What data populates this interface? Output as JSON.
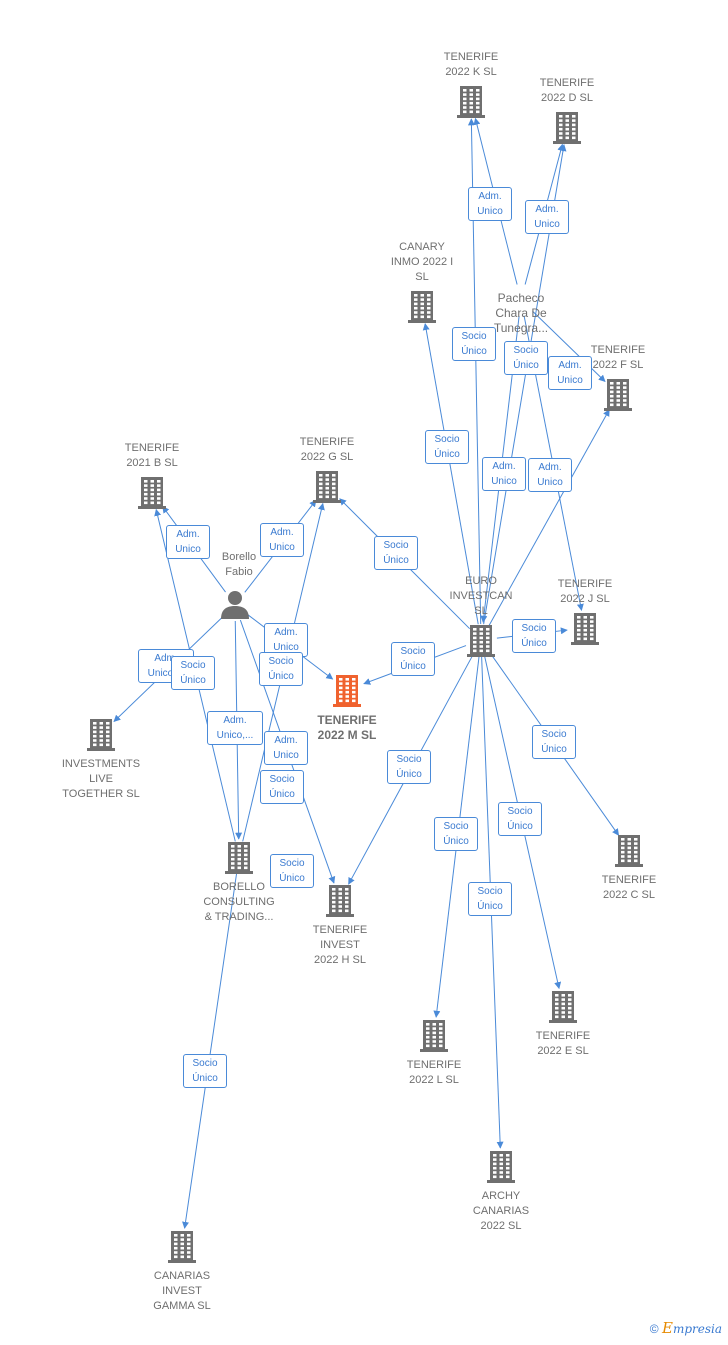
{
  "footer": {
    "copyright": "©",
    "brand_initial": "E",
    "brand_rest": "mpresia"
  },
  "colors": {
    "edge": "#4a8ad8",
    "node": "#6f6f6f",
    "focus": "#f0622e",
    "badge_text": "#3a7ad0"
  },
  "nodes": [
    {
      "id": "k",
      "type": "company",
      "name": "TENERIFE\n2022 K  SL"
    },
    {
      "id": "d",
      "type": "company",
      "name": "TENERIFE\n2022 D  SL"
    },
    {
      "id": "canary",
      "type": "company",
      "name": "CANARY\nINMO 2022 I\nSL"
    },
    {
      "id": "pacheco",
      "type": "person",
      "name": "Pacheco\nChara De\nTunegra..."
    },
    {
      "id": "f",
      "type": "company",
      "name": "TENERIFE\n2022 F  SL"
    },
    {
      "id": "b",
      "type": "company",
      "name": "TENERIFE\n2021 B  SL"
    },
    {
      "id": "g",
      "type": "company",
      "name": "TENERIFE\n2022 G  SL"
    },
    {
      "id": "borello",
      "type": "person",
      "name": "Borello\nFabio"
    },
    {
      "id": "euro",
      "type": "company",
      "name": "EURO\nINVESTCAN\nSL"
    },
    {
      "id": "j",
      "type": "company",
      "name": "TENERIFE\n2022 J  SL"
    },
    {
      "id": "m",
      "type": "focus",
      "name": "TENERIFE\n2022 M  SL"
    },
    {
      "id": "investments",
      "type": "company",
      "name": "INVESTMENTS\nLIVE\nTOGETHER  SL"
    },
    {
      "id": "c",
      "type": "company",
      "name": "TENERIFE\n2022 C  SL"
    },
    {
      "id": "bct",
      "type": "company",
      "name": "BORELLO\nCONSULTING\n& TRADING..."
    },
    {
      "id": "h",
      "type": "company",
      "name": "TENERIFE\nINVEST\n2022 H  SL"
    },
    {
      "id": "e",
      "type": "company",
      "name": "TENERIFE\n2022 E  SL"
    },
    {
      "id": "l",
      "type": "company",
      "name": "TENERIFE\n2022 L  SL"
    },
    {
      "id": "archy",
      "type": "company",
      "name": "ARCHY\nCANARIAS\n2022  SL"
    },
    {
      "id": "gamma",
      "type": "company",
      "name": "CANARIAS\nINVEST\nGAMMA  SL"
    }
  ],
  "edges": [
    {
      "from": "pacheco",
      "to": "k"
    },
    {
      "from": "pacheco",
      "to": "d"
    },
    {
      "from": "pacheco",
      "to": "f"
    },
    {
      "from": "pacheco",
      "to": "j"
    },
    {
      "from": "pacheco",
      "to": "euro"
    },
    {
      "from": "euro",
      "to": "k"
    },
    {
      "from": "euro",
      "to": "d"
    },
    {
      "from": "euro",
      "to": "canary"
    },
    {
      "from": "euro",
      "to": "f"
    },
    {
      "from": "euro",
      "to": "g"
    },
    {
      "from": "euro",
      "to": "m"
    },
    {
      "from": "euro",
      "to": "h"
    },
    {
      "from": "euro",
      "to": "l"
    },
    {
      "from": "euro",
      "to": "archy"
    },
    {
      "from": "euro",
      "to": "e"
    },
    {
      "from": "euro",
      "to": "c"
    },
    {
      "from": "euro",
      "to": "j"
    },
    {
      "from": "borello",
      "to": "b"
    },
    {
      "from": "borello",
      "to": "g"
    },
    {
      "from": "borello",
      "to": "m"
    },
    {
      "from": "borello",
      "to": "investments"
    },
    {
      "from": "borello",
      "to": "bct"
    },
    {
      "from": "borello",
      "to": "h"
    },
    {
      "from": "bct",
      "to": "b"
    },
    {
      "from": "bct",
      "to": "g"
    },
    {
      "from": "bct",
      "to": "gamma"
    }
  ],
  "badges": [
    {
      "text": "Adm.\nUnico"
    },
    {
      "text": "Adm.\nUnico"
    },
    {
      "text": "Socio\nÚnico"
    },
    {
      "text": "Socio\nÚnico"
    },
    {
      "text": "Adm.\nUnico"
    },
    {
      "text": "Socio\nÚnico"
    },
    {
      "text": "Adm.\nUnico"
    },
    {
      "text": "Adm.\nUnico"
    },
    {
      "text": "Adm.\nUnico"
    },
    {
      "text": "Adm.\nUnico"
    },
    {
      "text": "Socio\nÚnico"
    },
    {
      "text": "Adm.\nUnico"
    },
    {
      "text": "Socio\nÚnico"
    },
    {
      "text": "Socio\nÚnico"
    },
    {
      "text": "Adm.\nUnico,..."
    },
    {
      "text": "Socio\nÚnico"
    },
    {
      "text": "Socio\nÚnico"
    },
    {
      "text": "Socio\nÚnico"
    },
    {
      "text": "Adm.\nUnico,..."
    },
    {
      "text": "Adm.\nUnico"
    },
    {
      "text": "Socio\nÚnico"
    },
    {
      "text": "Socio\nÚnico"
    },
    {
      "text": "Socio\nÚnico"
    },
    {
      "text": "Socio\nÚnico"
    },
    {
      "text": "Socio\nÚnico"
    },
    {
      "text": "Socio\nÚnico"
    },
    {
      "text": "Socio\nÚnico"
    }
  ]
}
